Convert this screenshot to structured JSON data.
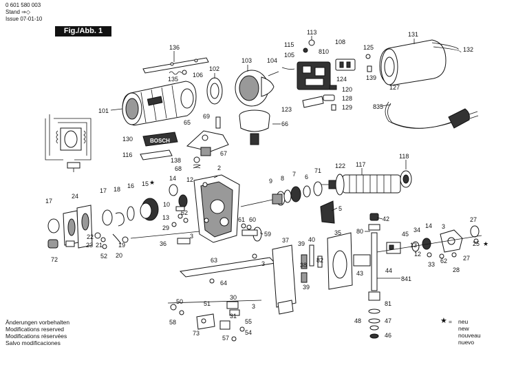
{
  "header": {
    "doc_number": "0 601 580 003",
    "stand_label": "Stand",
    "issue_label": "Issue",
    "issue_date": "07-01-10",
    "figure_label": "Fig./Abb. 1"
  },
  "notes": [
    "Änderungen vorbehalten",
    "Modifications reserved",
    "Modifications réservées",
    "Salvo modificaciones"
  ],
  "legend": {
    "symbol": "★",
    "words": [
      "neu",
      "new",
      "nouveau",
      "nuevo"
    ],
    "separator": "="
  },
  "brand_text": "BOSCH",
  "part_labels": {
    "p136": "136",
    "p135": "135",
    "p106": "106",
    "p102": "102",
    "p103": "103",
    "p101": "101",
    "p113": "113",
    "p115": "115",
    "p810": "810",
    "p105": "105",
    "p104": "104",
    "p108": "108",
    "p124": "124",
    "p125": "125",
    "p139": "139",
    "p120": "120",
    "p128": "128",
    "p123": "123",
    "p129": "129",
    "p131": "131",
    "p132": "132",
    "p127": "127",
    "p835": "835",
    "p69": "69",
    "p65": "65",
    "p66": "66",
    "p130": "130",
    "p67": "67",
    "p116": "116",
    "p138": "138",
    "p68": "68",
    "p2": "2",
    "p118": "118",
    "p117": "117",
    "p122": "122",
    "p71": "71",
    "p6": "6",
    "p7": "7",
    "p8": "8",
    "p9": "9",
    "p5": "5",
    "p17a": "17",
    "p24": "24",
    "p17b": "17",
    "p18": "18",
    "p16": "16",
    "p15": "15",
    "p14a": "14",
    "p12a": "12",
    "p10": "10",
    "p13a": "13",
    "p29": "29",
    "p62a": "62",
    "p3a": "3",
    "p61": "61",
    "p60": "60",
    "p59": "59",
    "p72": "72",
    "p22": "22",
    "p23": "23",
    "p21": "21",
    "p52": "52",
    "p20": "20",
    "p19": "19",
    "p36": "36",
    "p42": "42",
    "p80": "80",
    "p35": "35",
    "p40": "40",
    "p39a": "39",
    "p37": "37",
    "p38": "38",
    "p82": "82",
    "p39b": "39",
    "p3b": "3",
    "p63": "63",
    "p64": "64",
    "p43": "43",
    "p44": "44",
    "p841": "841",
    "p34": "34",
    "p14b": "14",
    "p3c": "3",
    "p27a": "27",
    "p45": "45",
    "p12b": "12",
    "p13b": "13",
    "p33": "33",
    "p62b": "62",
    "p28": "28",
    "p27b": "27",
    "p25": "25",
    "p50": "50",
    "p51": "51",
    "p30": "30",
    "p31": "31",
    "p3d": "3",
    "p58": "58",
    "p73": "73",
    "p57": "57",
    "p55": "55",
    "p54": "54",
    "p81": "81",
    "p47": "47",
    "p48": "48",
    "p46": "46"
  }
}
